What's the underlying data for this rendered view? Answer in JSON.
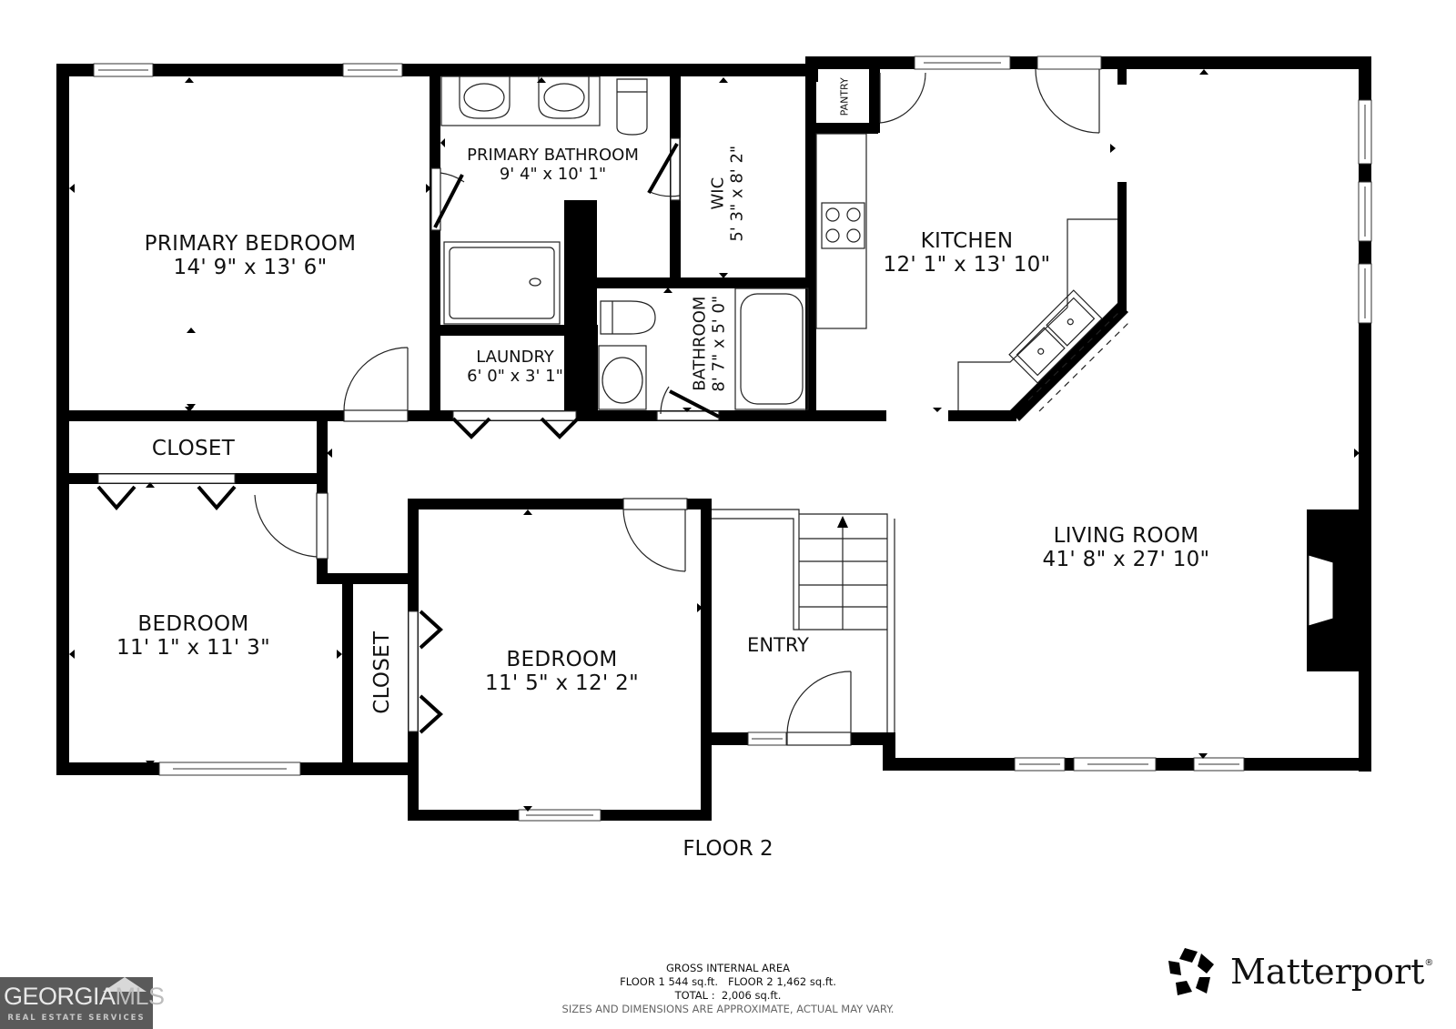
{
  "floor_label": "FLOOR 2",
  "rooms": {
    "primary_bedroom": {
      "name": "PRIMARY BEDROOM",
      "dim": "14' 9\" x 13' 6\""
    },
    "primary_bathroom": {
      "name": "PRIMARY BATHROOM",
      "dim": "9' 4\" x 10' 1\""
    },
    "wic": {
      "name": "WIC",
      "dim": "5' 3\" x 8' 2\""
    },
    "pantry": {
      "name": "PANTRY"
    },
    "kitchen": {
      "name": "KITCHEN",
      "dim": "12' 1\" x 13' 10\""
    },
    "laundry": {
      "name": "LAUNDRY",
      "dim": "6' 0\" x 3' 1\""
    },
    "bathroom": {
      "name": "BATHROOM",
      "dim": "8' 7\" x 5' 0\""
    },
    "closet_top": {
      "name": "CLOSET"
    },
    "bedroom_left": {
      "name": "BEDROOM",
      "dim": "11' 1\" x 11' 3\""
    },
    "closet_mid": {
      "name": "CLOSET"
    },
    "bedroom_center": {
      "name": "BEDROOM",
      "dim": "11' 5\" x 12' 2\""
    },
    "entry": {
      "name": "ENTRY"
    },
    "living_room": {
      "name": "LIVING ROOM",
      "dim": "41' 8\" x 27' 10\""
    }
  },
  "gross_internal_area": {
    "title": "GROSS INTERNAL AREA",
    "floors_line": "FLOOR 1 544 sq.ft.   FLOOR 2 1,462 sq.ft.",
    "total_line": "TOTAL :  2,006 sq.ft.",
    "disclaimer": "SIZES AND DIMENSIONS ARE APPROXIMATE, ACTUAL MAY VARY."
  },
  "branding": {
    "georgia_mls": {
      "main": "GEORGIA",
      "accent": "MLS",
      "tagline": "REAL ESTATE SERVICES"
    },
    "matterport": {
      "wordmark": "Matterport",
      "superscript": "®"
    }
  },
  "icons": [
    "window-icon",
    "door-swing-icon",
    "bifold-door-icon",
    "stove-icon",
    "sink-icon",
    "toilet-icon",
    "bathtub-icon",
    "shower-icon",
    "fireplace-icon",
    "stairs-icon",
    "dimension-marker-icon"
  ],
  "colors": {
    "wall": "#000000",
    "background": "#ffffff",
    "fixture_line": "#222222",
    "gmls_bg": "#5a5a5a"
  }
}
